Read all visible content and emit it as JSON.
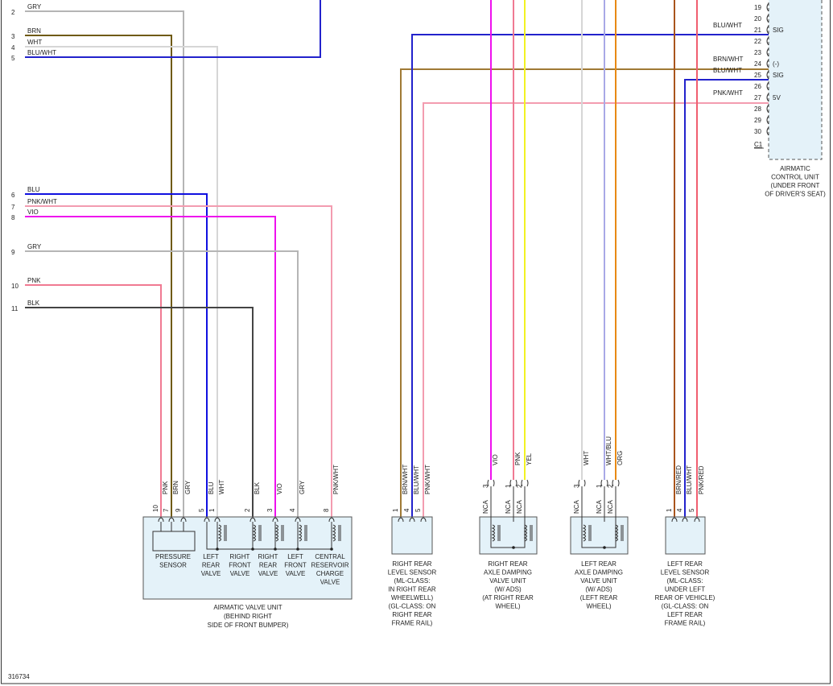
{
  "diagram_id": "316734",
  "colors": {
    "GRY": "#b5b5b5",
    "BRN": "#6f5a12",
    "WHT": "#d6d6d6",
    "BLU/WHT": "#2222cc",
    "BLU": "#1010e0",
    "PNK/WHT": "#f39cb0",
    "VIO": "#ee10ee",
    "PNK": "#f07a92",
    "BLK": "#444444",
    "BRN/WHT": "#a07a35",
    "YEL": "#f2f222",
    "WHT/BLU": "#a9a9e6",
    "ORG": "#e88a14",
    "BRN/RED": "#a9541c",
    "PNK/RED": "#f05e70",
    "background": "#e4f2f9"
  },
  "left_pins": [
    {
      "pin": "2",
      "color": "GRY"
    },
    {
      "pin": "3",
      "color": "BRN"
    },
    {
      "pin": "4",
      "color": "WHT"
    },
    {
      "pin": "5",
      "color": "BLU/WHT"
    },
    {
      "pin": "6",
      "color": "BLU"
    },
    {
      "pin": "7",
      "color": "PNK/WHT"
    },
    {
      "pin": "8",
      "color": "VIO"
    },
    {
      "pin": "9",
      "color": "GRY"
    },
    {
      "pin": "10",
      "color": "PNK"
    },
    {
      "pin": "11",
      "color": "BLK"
    }
  ],
  "control_unit": {
    "name": "AIRMATIC CONTROL UNIT (UNDER FRONT OF DRIVER'S SEAT)",
    "name_lines": [
      "AIRMATIC",
      "CONTROL UNIT",
      "(UNDER FRONT",
      "OF DRIVER'S SEAT)"
    ],
    "connector": "C1",
    "pins": [
      {
        "pin": "19",
        "wire": "",
        "func": ""
      },
      {
        "pin": "20",
        "wire": "",
        "func": ""
      },
      {
        "pin": "21",
        "wire": "BLU/WHT",
        "func": "SIG"
      },
      {
        "pin": "22",
        "wire": "",
        "func": ""
      },
      {
        "pin": "23",
        "wire": "",
        "func": ""
      },
      {
        "pin": "24",
        "wire": "BRN/WHT",
        "func": "(-)"
      },
      {
        "pin": "25",
        "wire": "BLU/WHT",
        "func": "SIG"
      },
      {
        "pin": "26",
        "wire": "",
        "func": ""
      },
      {
        "pin": "27",
        "wire": "PNK/WHT",
        "func": "5V"
      },
      {
        "pin": "28",
        "wire": "",
        "func": ""
      },
      {
        "pin": "29",
        "wire": "",
        "func": ""
      },
      {
        "pin": "30",
        "wire": "",
        "func": ""
      }
    ]
  },
  "valve_unit": {
    "name_lines": [
      "AIRMATIC VALVE UNIT",
      "(BEHIND RIGHT",
      "SIDE OF FRONT BUMPER)"
    ],
    "pins": [
      {
        "pin": "10",
        "color": "PNK"
      },
      {
        "pin": "7",
        "color": "BRN"
      },
      {
        "pin": "9",
        "color": "GRY"
      },
      {
        "pin": "5",
        "color": "BLU"
      },
      {
        "pin": "1",
        "color": "WHT"
      },
      {
        "pin": "2",
        "color": "BLK"
      },
      {
        "pin": "3",
        "color": "VIO"
      },
      {
        "pin": "4",
        "color": "GRY"
      },
      {
        "pin": "8",
        "color": "PNK/WHT"
      }
    ],
    "components": [
      {
        "lines": [
          "PRESSURE",
          "SENSOR"
        ]
      },
      {
        "lines": [
          "LEFT",
          "REAR",
          "VALVE"
        ]
      },
      {
        "lines": [
          "RIGHT",
          "FRONT",
          "VALVE"
        ]
      },
      {
        "lines": [
          "RIGHT",
          "REAR",
          "VALVE"
        ]
      },
      {
        "lines": [
          "LEFT",
          "FRONT",
          "VALVE"
        ]
      },
      {
        "lines": [
          "CENTRAL",
          "RESERVOIR",
          "CHARGE",
          "VALVE"
        ]
      }
    ]
  },
  "rr_level_sensor": {
    "pins": [
      {
        "pin": "1",
        "color": "BRN/WHT"
      },
      {
        "pin": "4",
        "color": "BLU/WHT"
      },
      {
        "pin": "5",
        "color": "PNK/WHT"
      }
    ],
    "name_lines": [
      "RIGHT REAR",
      "LEVEL SENSOR",
      "(ML-CLASS:",
      "IN RIGHT REAR",
      "WHEELWELL)",
      "(GL-CLASS: ON",
      "RIGHT REAR",
      "FRAME RAIL)"
    ]
  },
  "rr_damping": {
    "pins": [
      {
        "pin": "3",
        "color": "VIO",
        "nca": "NCA"
      },
      {
        "pin": "1",
        "color": "PNK",
        "nca": "NCA"
      },
      {
        "pin": "2",
        "color": "YEL",
        "nca": "NCA"
      }
    ],
    "name_lines": [
      "RIGHT REAR",
      "AXLE DAMPING",
      "VALVE UNIT",
      "(W/ ADS)",
      "(AT RIGHT REAR",
      "WHEEL)"
    ]
  },
  "lr_damping": {
    "pins": [
      {
        "pin": "3",
        "color": "WHT",
        "nca": "NCA"
      },
      {
        "pin": "1",
        "color": "WHT/BLU",
        "nca": "NCA"
      },
      {
        "pin": "2",
        "color": "ORG",
        "nca": "NCA"
      }
    ],
    "name_lines": [
      "LEFT REAR",
      "AXLE DAMPING",
      "VALVE UNIT",
      "(W/ ADS)",
      "(LEFT REAR",
      "WHEEL)"
    ]
  },
  "lr_level_sensor": {
    "pins": [
      {
        "pin": "1",
        "color": "BRN/RED"
      },
      {
        "pin": "4",
        "color": "BLU/WHT"
      },
      {
        "pin": "5",
        "color": "PNK/RED"
      }
    ],
    "name_lines": [
      "LEFT REAR",
      "LEVEL SENSOR",
      "(ML-CLASS:",
      "UNDER LEFT",
      "REAR OF VEHICLE)",
      "(GL-CLASS: ON",
      "LEFT REAR",
      "FRAME RAIL)"
    ]
  }
}
